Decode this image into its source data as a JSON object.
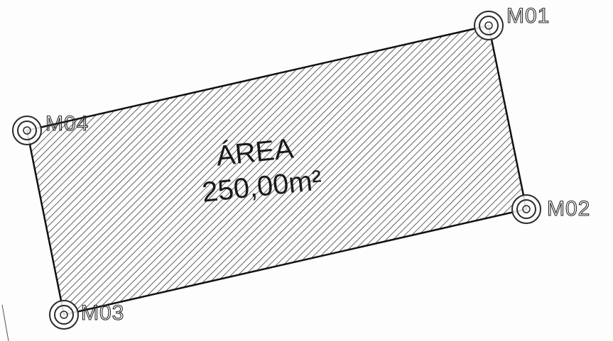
{
  "area": {
    "title": "ÁREA",
    "value": "250,00m²"
  },
  "markers": [
    {
      "id": "m01",
      "label": "M01"
    },
    {
      "id": "m02",
      "label": "M02"
    },
    {
      "id": "m03",
      "label": "M03"
    },
    {
      "id": "m04",
      "label": "M04"
    }
  ],
  "colors": {
    "outline": "#111111",
    "hatch": "#3a3a3a",
    "marker": "#2a2a2a"
  }
}
